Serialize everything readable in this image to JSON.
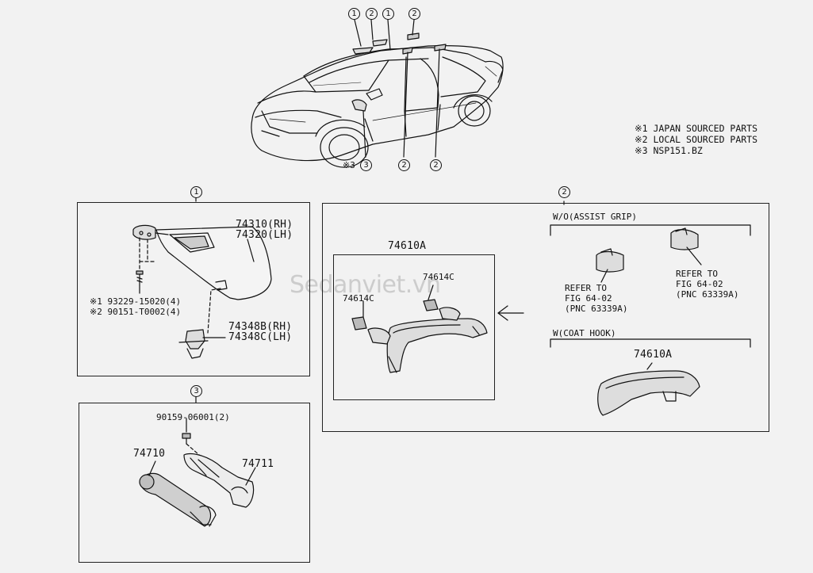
{
  "watermark": "Sedanviet.vn",
  "notes": [
    "※1 JAPAN SOURCED PARTS",
    "※2 LOCAL SOURCED PARTS",
    "※3 NSP151.BZ"
  ],
  "car_callouts": {
    "c1a": "1",
    "c2a": "2",
    "c1b": "1",
    "c2b": "2",
    "c3": "3",
    "c3_prefix": "※3",
    "c2c": "2",
    "c2d": "2"
  },
  "section1": {
    "callout": "1",
    "visor_part": "74310(RH)\n74320(LH)",
    "screw_note": "※1 93229-15020(4)\n※2 90151-T0002(4)",
    "clip_part": "74348B(RH)\n74348C(LH)"
  },
  "section2": {
    "callout": "2",
    "main_part": "74610A",
    "clip_a": "74614C",
    "clip_b": "74614C",
    "wo_assist": "W/O(ASSIST GRIP)",
    "refer1": "REFER TO\nFIG 64-02\n(PNC 63339A)",
    "refer2": "REFER TO\nFIG 64-02\n(PNC 63339A)",
    "w_coat": "W(COAT HOOK)",
    "coat_part": "74610A"
  },
  "section3": {
    "callout": "3",
    "screw_part": "90159-06001(2)",
    "lamp_part": "74710",
    "bracket_part": "74711"
  },
  "colors": {
    "line": "#111111",
    "background": "#f2f2f2",
    "part_fill": "#d8d8d8"
  }
}
